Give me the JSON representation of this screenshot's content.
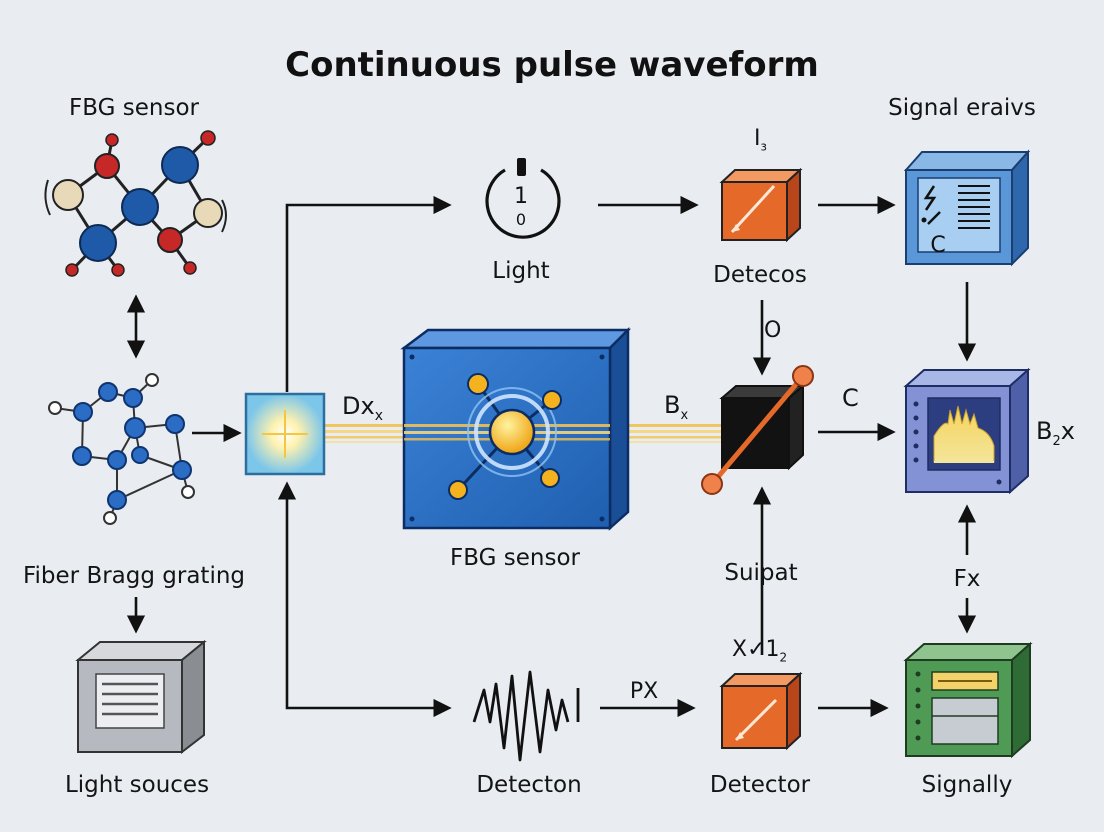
{
  "title": "Continuous pulse waveform",
  "labels": {
    "fbg_sensor_top": "FBG sensor",
    "fiber_bragg_grating": "Fiber Bragg grating",
    "light_sources": "Light souces",
    "dx": "Dx",
    "dx_sub": "x",
    "fbg_sensor_center": "FBG sensor",
    "light": "Light",
    "detector_top_mark_main": "I",
    "detector_top_mark_sub": "з",
    "detecos": "Detecos",
    "o_mark": "O",
    "bx": "B",
    "bx_sub": "x",
    "c_mark": "C",
    "supat": "Suipat",
    "detecton": "Detecton",
    "px": "PX",
    "x_mark": "X✓1",
    "x_mark_sub": "2",
    "detector_bottom": "Detector",
    "signal_top": "Signal eraivs",
    "b2x_main": "B",
    "b2x_sub": "2",
    "b2x_tail": "x",
    "fx": "Fx",
    "signally": "Signally"
  },
  "symbols": {
    "light_switch_top": "1",
    "light_switch_bottom": "0",
    "signal_box_letter": "C"
  },
  "colors": {
    "background": "#e9edf2",
    "sensor_blue": "#2a6fc2",
    "detector_orange": "#e56a2a",
    "signal_green": "#3f8a4a",
    "beam_yellow": "#f2c14e",
    "atom_blue": "#1e5aa8",
    "atom_red": "#c62828",
    "atom_beige": "#e8d9b8"
  },
  "icons": [
    "molecule-icon",
    "fiber-network-icon",
    "light-source-box-icon",
    "coupler-icon",
    "fbg-sensor-cube-icon",
    "light-switch-icon",
    "detector-cube-icon",
    "beam-splitter-icon",
    "waveform-icon",
    "signal-receiver-icon",
    "spectrum-monitor-icon",
    "signal-output-box-icon"
  ]
}
